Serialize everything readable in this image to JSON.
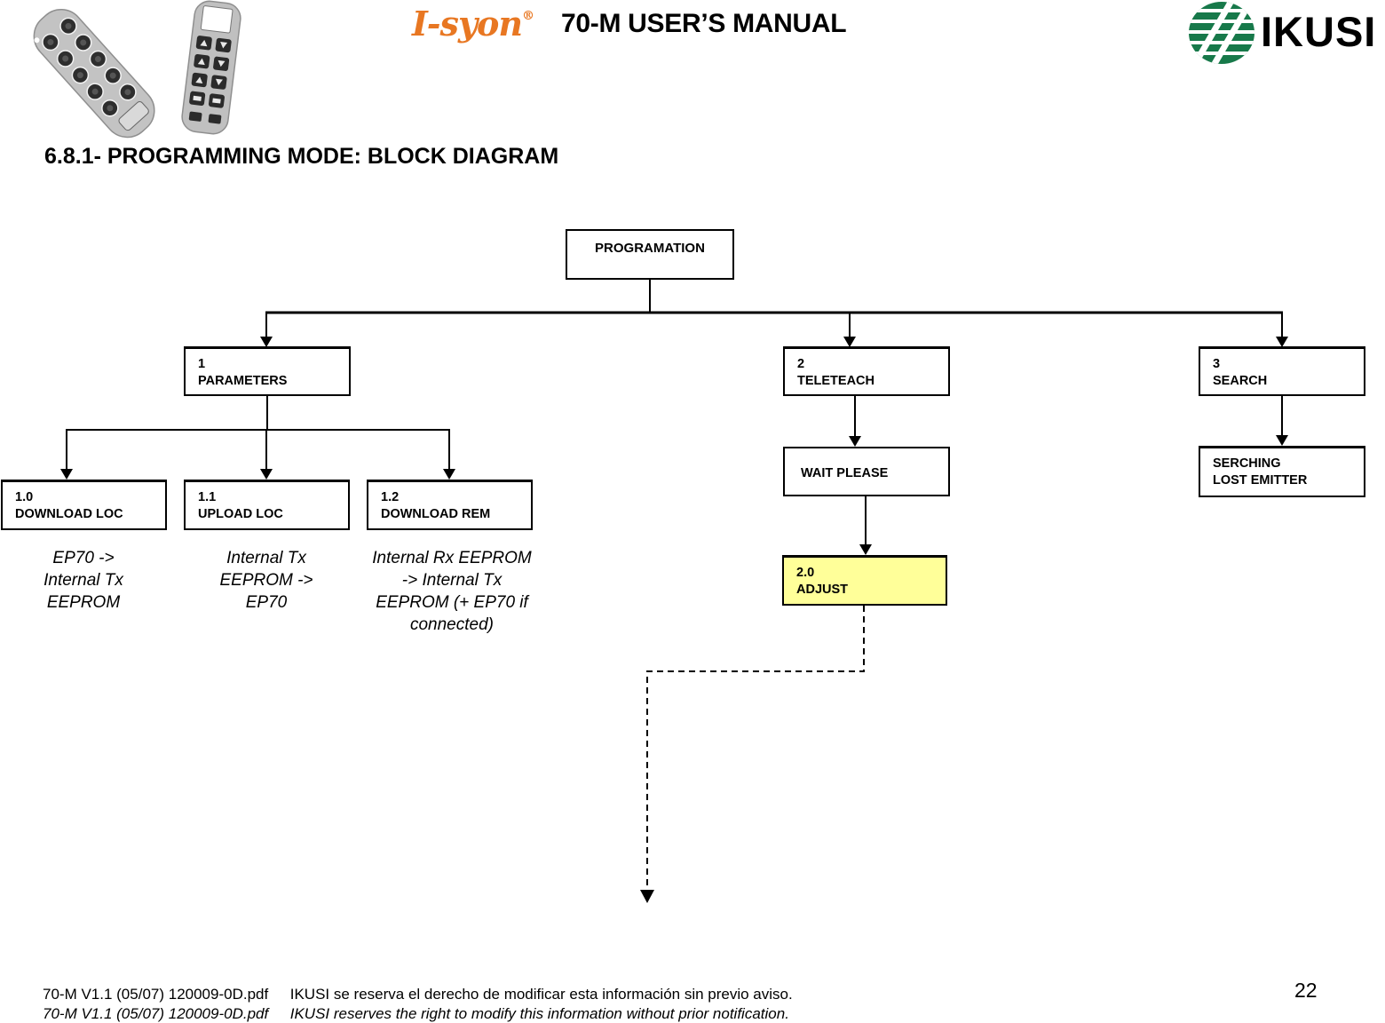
{
  "header": {
    "brand": "I-syon",
    "brand_mark": "®",
    "title": "70-M USER’S MANUAL",
    "company": "IKUSI"
  },
  "section_heading": "6.8.1- PROGRAMMING MODE: BLOCK DIAGRAM",
  "diagram": {
    "root_label": "PROGRAMATION",
    "param": {
      "num": "1",
      "label": "PARAMETERS"
    },
    "tele": {
      "num": "2",
      "label": "TELETEACH"
    },
    "search": {
      "num": "3",
      "label": "SEARCH"
    },
    "download_loc": {
      "num": "1.0",
      "label": "DOWNLOAD LOC"
    },
    "upload_loc": {
      "num": "1.1",
      "label": "UPLOAD LOC"
    },
    "download_rem": {
      "num": "1.2",
      "label": "DOWNLOAD REM"
    },
    "wait": {
      "label": "WAIT PLEASE"
    },
    "adjust": {
      "num": "2.0",
      "label": "ADJUST"
    },
    "serching": {
      "line1": "SERCHING",
      "line2": "LOST EMITTER"
    },
    "caption_download_loc": {
      "l1": "EP70 ->",
      "l2": "Internal Tx",
      "l3": "EEPROM"
    },
    "caption_upload_loc": {
      "l1": "Internal Tx",
      "l2": "EEPROM ->",
      "l3": "EP70"
    },
    "caption_download_rem": {
      "l1": "Internal Rx EEPROM",
      "l2": "-> Internal Tx",
      "l3": "EEPROM (+ EP70 if",
      "l4": "connected)"
    }
  },
  "footer": {
    "doc_ref": "70-M V1.1 (05/07) 120009-0D.pdf",
    "notice_es": "IKUSI se reserva el derecho de modificar esta información sin previo aviso.",
    "notice_en": "IKUSI reserves the right to modify this information without prior notification.",
    "page_number": "22"
  },
  "colors": {
    "accent_orange": "#E87722",
    "brand_green": "#17794A",
    "highlight_yellow": "#FFFF99"
  }
}
